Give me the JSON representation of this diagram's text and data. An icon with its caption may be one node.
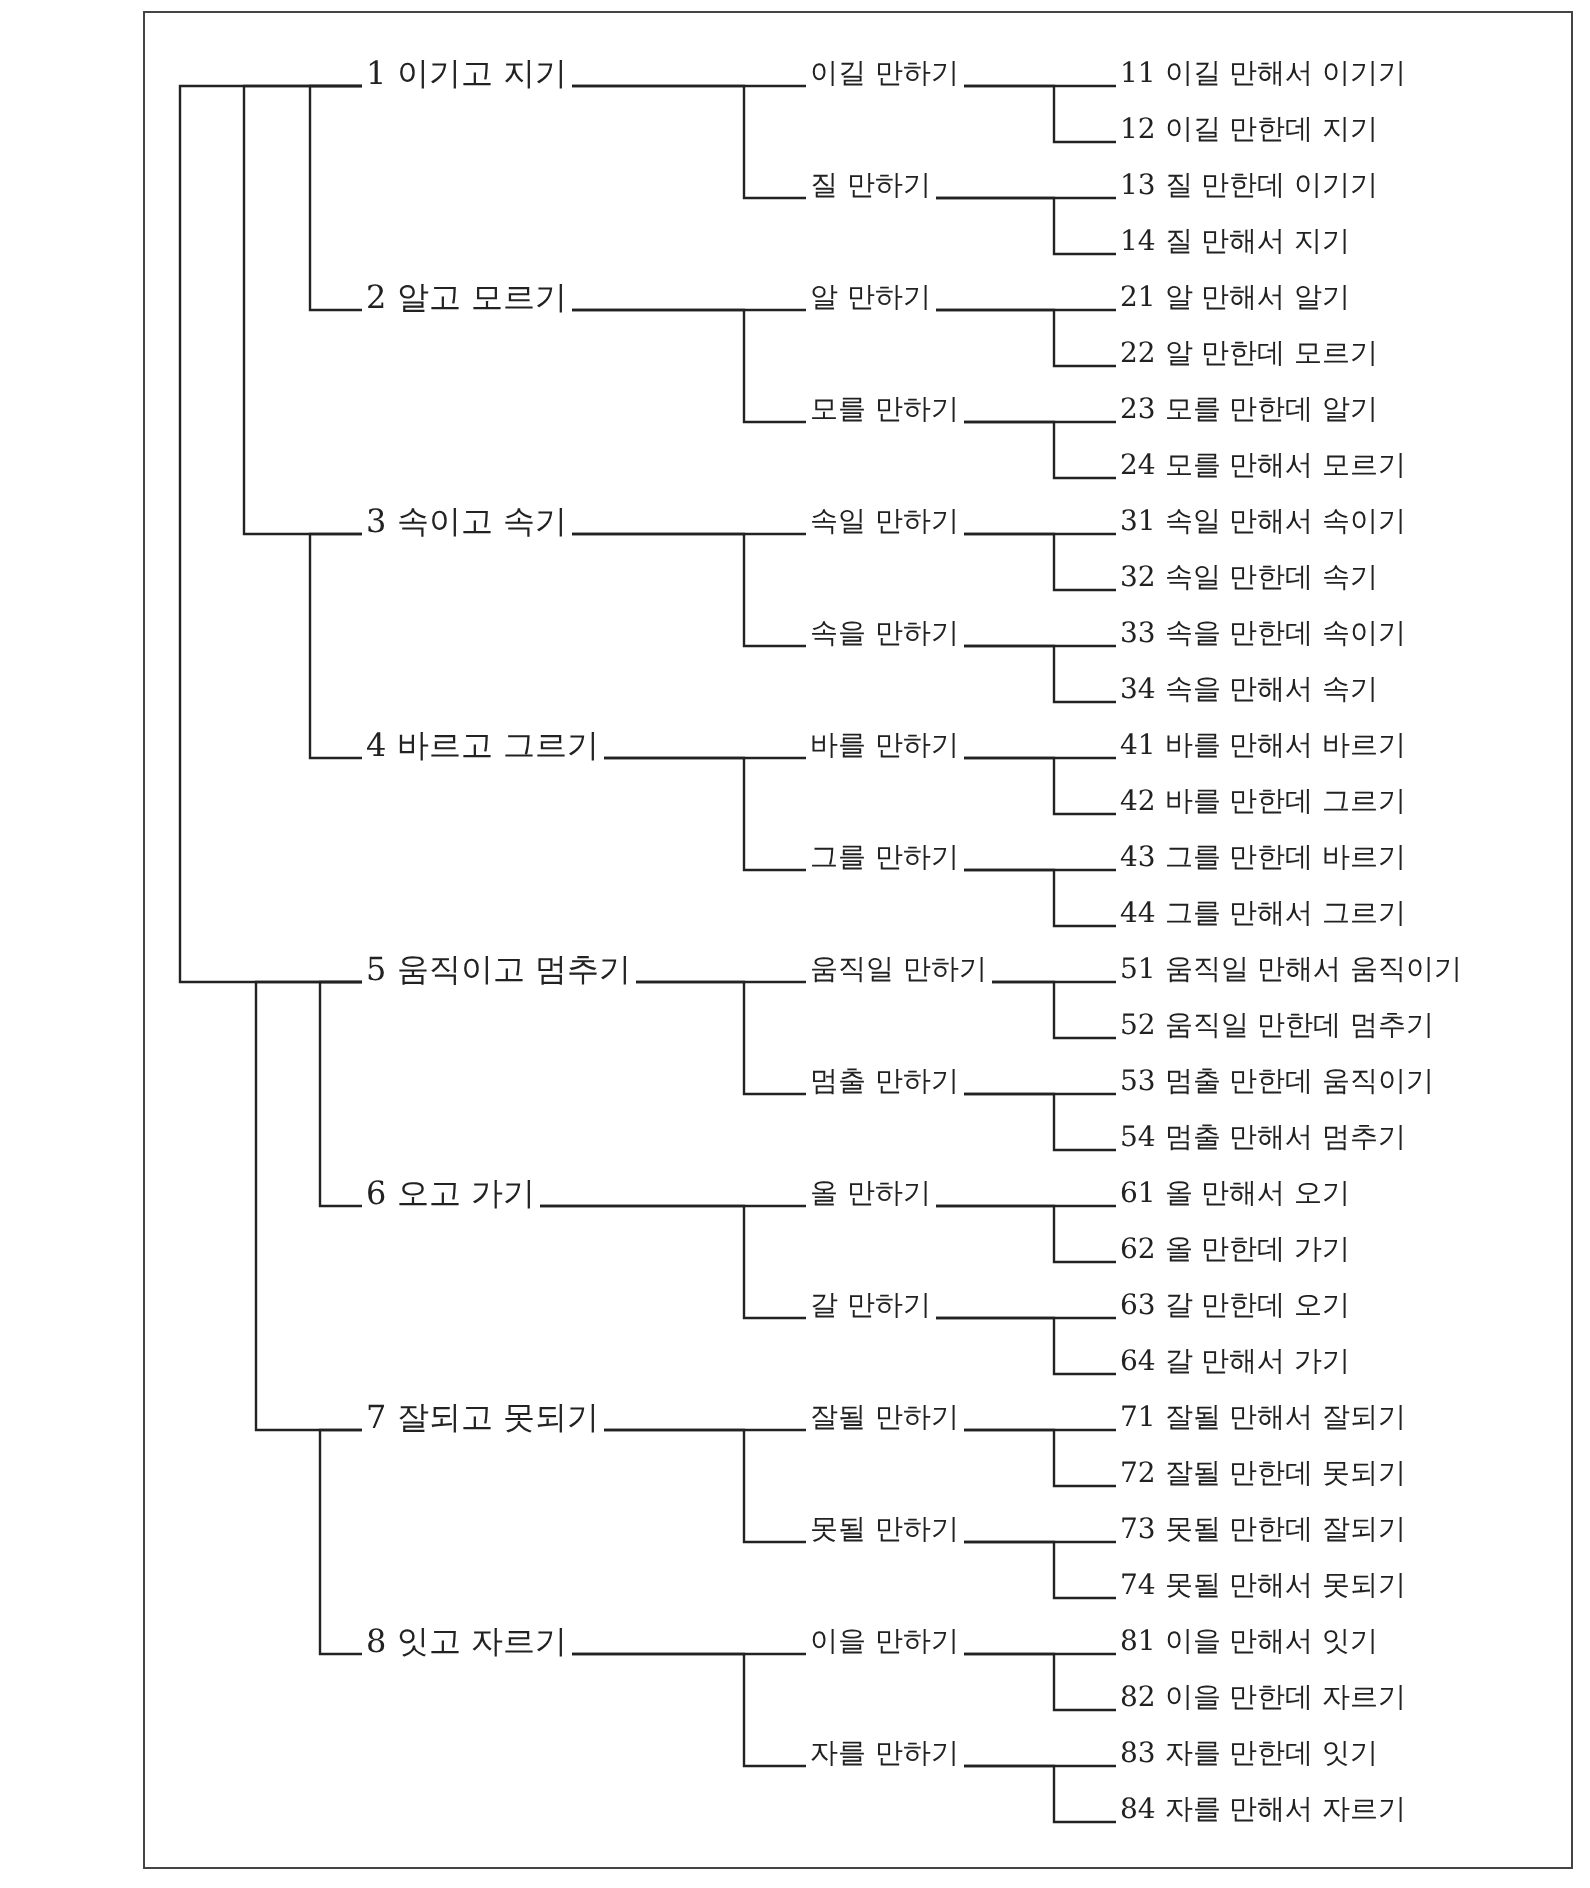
{
  "diagram": {
    "nodes": [
      {
        "text": [
          "1 이기고 지기"
        ]
      },
      {
        "text": [
          "이길 만하기"
        ]
      },
      {
        "text": [
          "11 이길 만해서 이기기"
        ]
      },
      {
        "text": [
          "12 이길 만한데 지기"
        ]
      },
      {
        "text": [
          "질 만하기"
        ]
      },
      {
        "text": [
          "13 질 만한데 이기기"
        ]
      },
      {
        "text": [
          "14 질 만해서 지기"
        ]
      },
      {
        "text": [
          "2 알고 모르기"
        ]
      },
      {
        "text": [
          "알 만하기"
        ]
      },
      {
        "text": [
          "21 알 만해서 알기"
        ]
      },
      {
        "text": [
          "22 알 만한데 모르기"
        ]
      },
      {
        "text": [
          "모를 만하기"
        ]
      },
      {
        "text": [
          "23 모를 만한데 알기"
        ]
      },
      {
        "text": [
          "24 모를 만해서 모르기"
        ]
      },
      {
        "text": [
          "3 속이고 속기"
        ]
      },
      {
        "text": [
          "속일 만하기"
        ]
      },
      {
        "text": [
          "31 속일 만해서 속이기"
        ]
      },
      {
        "text": [
          "32 속일 만한데 속기"
        ]
      },
      {
        "text": [
          "속을 만하기"
        ]
      },
      {
        "text": [
          "33 속을 만한데 속이기"
        ]
      },
      {
        "text": [
          "34 속을 만해서 속기"
        ]
      },
      {
        "text": [
          "4 바르고 그르기"
        ]
      },
      {
        "text": [
          "바를 만하기"
        ]
      },
      {
        "text": [
          "41 바를 만해서 바르기"
        ]
      },
      {
        "text": [
          "42 바를 만한데 그르기"
        ]
      },
      {
        "text": [
          "그를 만하기"
        ]
      },
      {
        "text": [
          "43 그를 만한데 바르기"
        ]
      },
      {
        "text": [
          "44 그를 만해서 그르기"
        ]
      },
      {
        "text": [
          "5 움직이고 멈추기"
        ]
      },
      {
        "text": [
          "움직일 만하기"
        ]
      },
      {
        "text": [
          "51 움직일 만해서 움직이기"
        ]
      },
      {
        "text": [
          "52 움직일 만한데 멈추기"
        ]
      },
      {
        "text": [
          "멈출 만하기"
        ]
      },
      {
        "text": [
          "53 멈출 만한데 움직이기"
        ]
      },
      {
        "text": [
          "54 멈출 만해서 멈추기"
        ]
      },
      {
        "text": [
          "6 오고 가기"
        ]
      },
      {
        "text": [
          "올 만하기"
        ]
      },
      {
        "text": [
          "61 올 만해서 오기"
        ]
      },
      {
        "text": [
          "62 올 만한데 가기"
        ]
      },
      {
        "text": [
          "갈 만하기"
        ]
      },
      {
        "text": [
          "63 갈 만한데 오기"
        ]
      },
      {
        "text": [
          "64 갈 만해서 가기"
        ]
      },
      {
        "text": [
          "7 잘되고 못되기"
        ]
      },
      {
        "text": [
          "잘될 만하기"
        ]
      },
      {
        "text": [
          "71 잘될 만해서 잘되기"
        ]
      },
      {
        "text": [
          "72 잘될 만한데 못되기"
        ]
      },
      {
        "text": [
          "못될 만하기"
        ]
      },
      {
        "text": [
          "73 못될 만한데 잘되기"
        ]
      },
      {
        "text": [
          "74 못될 만해서 못되기"
        ]
      },
      {
        "text": [
          "8 잇고 자르기"
        ]
      },
      {
        "text": [
          "이을 만하기"
        ]
      },
      {
        "text": [
          "81 이을 만해서 잇기"
        ]
      },
      {
        "text": [
          "82 이을 만한데 자르기"
        ]
      },
      {
        "text": [
          "자를 만하기"
        ]
      },
      {
        "text": [
          "83 자를 만한데 잇기"
        ]
      },
      {
        "text": [
          "84 자를 만해서 자르기"
        ]
      }
    ],
    "edges": [
      {
        "from": 0,
        "to": 7,
        "arrow": "none"
      },
      {
        "from": 0,
        "to": 14,
        "arrow": "none"
      },
      {
        "from": 14,
        "to": 21,
        "arrow": "none"
      },
      {
        "from": 0,
        "to": 28,
        "arrow": "none"
      },
      {
        "from": 28,
        "to": 35,
        "arrow": "none"
      },
      {
        "from": 28,
        "to": 42,
        "arrow": "none"
      },
      {
        "from": 42,
        "to": 49,
        "arrow": "none"
      },
      {
        "from": 0,
        "to": 1,
        "arrow": "none"
      },
      {
        "from": 0,
        "to": 4,
        "arrow": "none"
      },
      {
        "from": 1,
        "to": 2,
        "arrow": "none"
      },
      {
        "from": 1,
        "to": 3,
        "arrow": "none"
      },
      {
        "from": 4,
        "to": 5,
        "arrow": "none"
      },
      {
        "from": 4,
        "to": 6,
        "arrow": "none"
      },
      {
        "from": 7,
        "to": 8,
        "arrow": "none"
      },
      {
        "from": 7,
        "to": 11,
        "arrow": "none"
      },
      {
        "from": 8,
        "to": 9,
        "arrow": "none"
      },
      {
        "from": 8,
        "to": 10,
        "arrow": "none"
      },
      {
        "from": 11,
        "to": 12,
        "arrow": "none"
      },
      {
        "from": 11,
        "to": 13,
        "arrow": "none"
      },
      {
        "from": 14,
        "to": 15,
        "arrow": "none"
      },
      {
        "from": 14,
        "to": 18,
        "arrow": "none"
      },
      {
        "from": 15,
        "to": 16,
        "arrow": "none"
      },
      {
        "from": 15,
        "to": 17,
        "arrow": "none"
      },
      {
        "from": 18,
        "to": 19,
        "arrow": "none"
      },
      {
        "from": 18,
        "to": 20,
        "arrow": "none"
      },
      {
        "from": 21,
        "to": 22,
        "arrow": "none"
      },
      {
        "from": 21,
        "to": 25,
        "arrow": "none"
      },
      {
        "from": 22,
        "to": 23,
        "arrow": "none"
      },
      {
        "from": 22,
        "to": 24,
        "arrow": "none"
      },
      {
        "from": 25,
        "to": 26,
        "arrow": "none"
      },
      {
        "from": 25,
        "to": 27,
        "arrow": "none"
      },
      {
        "from": 28,
        "to": 29,
        "arrow": "none"
      },
      {
        "from": 28,
        "to": 32,
        "arrow": "none"
      },
      {
        "from": 29,
        "to": 30,
        "arrow": "none"
      },
      {
        "from": 29,
        "to": 31,
        "arrow": "none"
      },
      {
        "from": 32,
        "to": 33,
        "arrow": "none"
      },
      {
        "from": 32,
        "to": 34,
        "arrow": "none"
      },
      {
        "from": 35,
        "to": 36,
        "arrow": "none"
      },
      {
        "from": 35,
        "to": 39,
        "arrow": "none"
      },
      {
        "from": 36,
        "to": 37,
        "arrow": "none"
      },
      {
        "from": 36,
        "to": 38,
        "arrow": "none"
      },
      {
        "from": 39,
        "to": 40,
        "arrow": "none"
      },
      {
        "from": 39,
        "to": 41,
        "arrow": "none"
      },
      {
        "from": 42,
        "to": 43,
        "arrow": "none"
      },
      {
        "from": 42,
        "to": 46,
        "arrow": "none"
      },
      {
        "from": 43,
        "to": 44,
        "arrow": "none"
      },
      {
        "from": 43,
        "to": 45,
        "arrow": "none"
      },
      {
        "from": 46,
        "to": 47,
        "arrow": "none"
      },
      {
        "from": 46,
        "to": 48,
        "arrow": "none"
      },
      {
        "from": 49,
        "to": 50,
        "arrow": "none"
      },
      {
        "from": 49,
        "to": 53,
        "arrow": "none"
      },
      {
        "from": 50,
        "to": 51,
        "arrow": "none"
      },
      {
        "from": 50,
        "to": 52,
        "arrow": "none"
      },
      {
        "from": 53,
        "to": 54,
        "arrow": "none"
      },
      {
        "from": 53,
        "to": 55,
        "arrow": "none"
      }
    ]
  }
}
